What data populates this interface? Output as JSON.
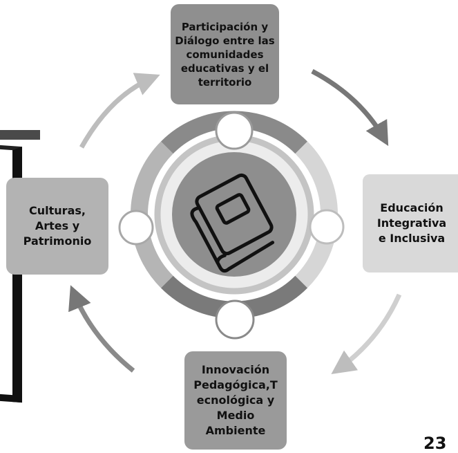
{
  "diagram": {
    "nodes": [
      {
        "id": "top",
        "label": "Participación y\nDiálogo entre las\ncomunidades\neducativas y el\nterritorio",
        "color": "#8f8f8f"
      },
      {
        "id": "right",
        "label": "Educación\nIntegrativa\ne Inclusiva",
        "color": "#d9d9d9"
      },
      {
        "id": "bottom",
        "label": "Innovación\nPedagógica,T\necnológica y\nMedio\nAmbiente",
        "color": "#9a9a9a"
      },
      {
        "id": "left",
        "label": "Culturas,\nArtes y\nPatrimonio",
        "color": "#b3b3b3"
      }
    ],
    "center_icon": "book-icon",
    "flow": "clockwise"
  },
  "page_number": "23"
}
